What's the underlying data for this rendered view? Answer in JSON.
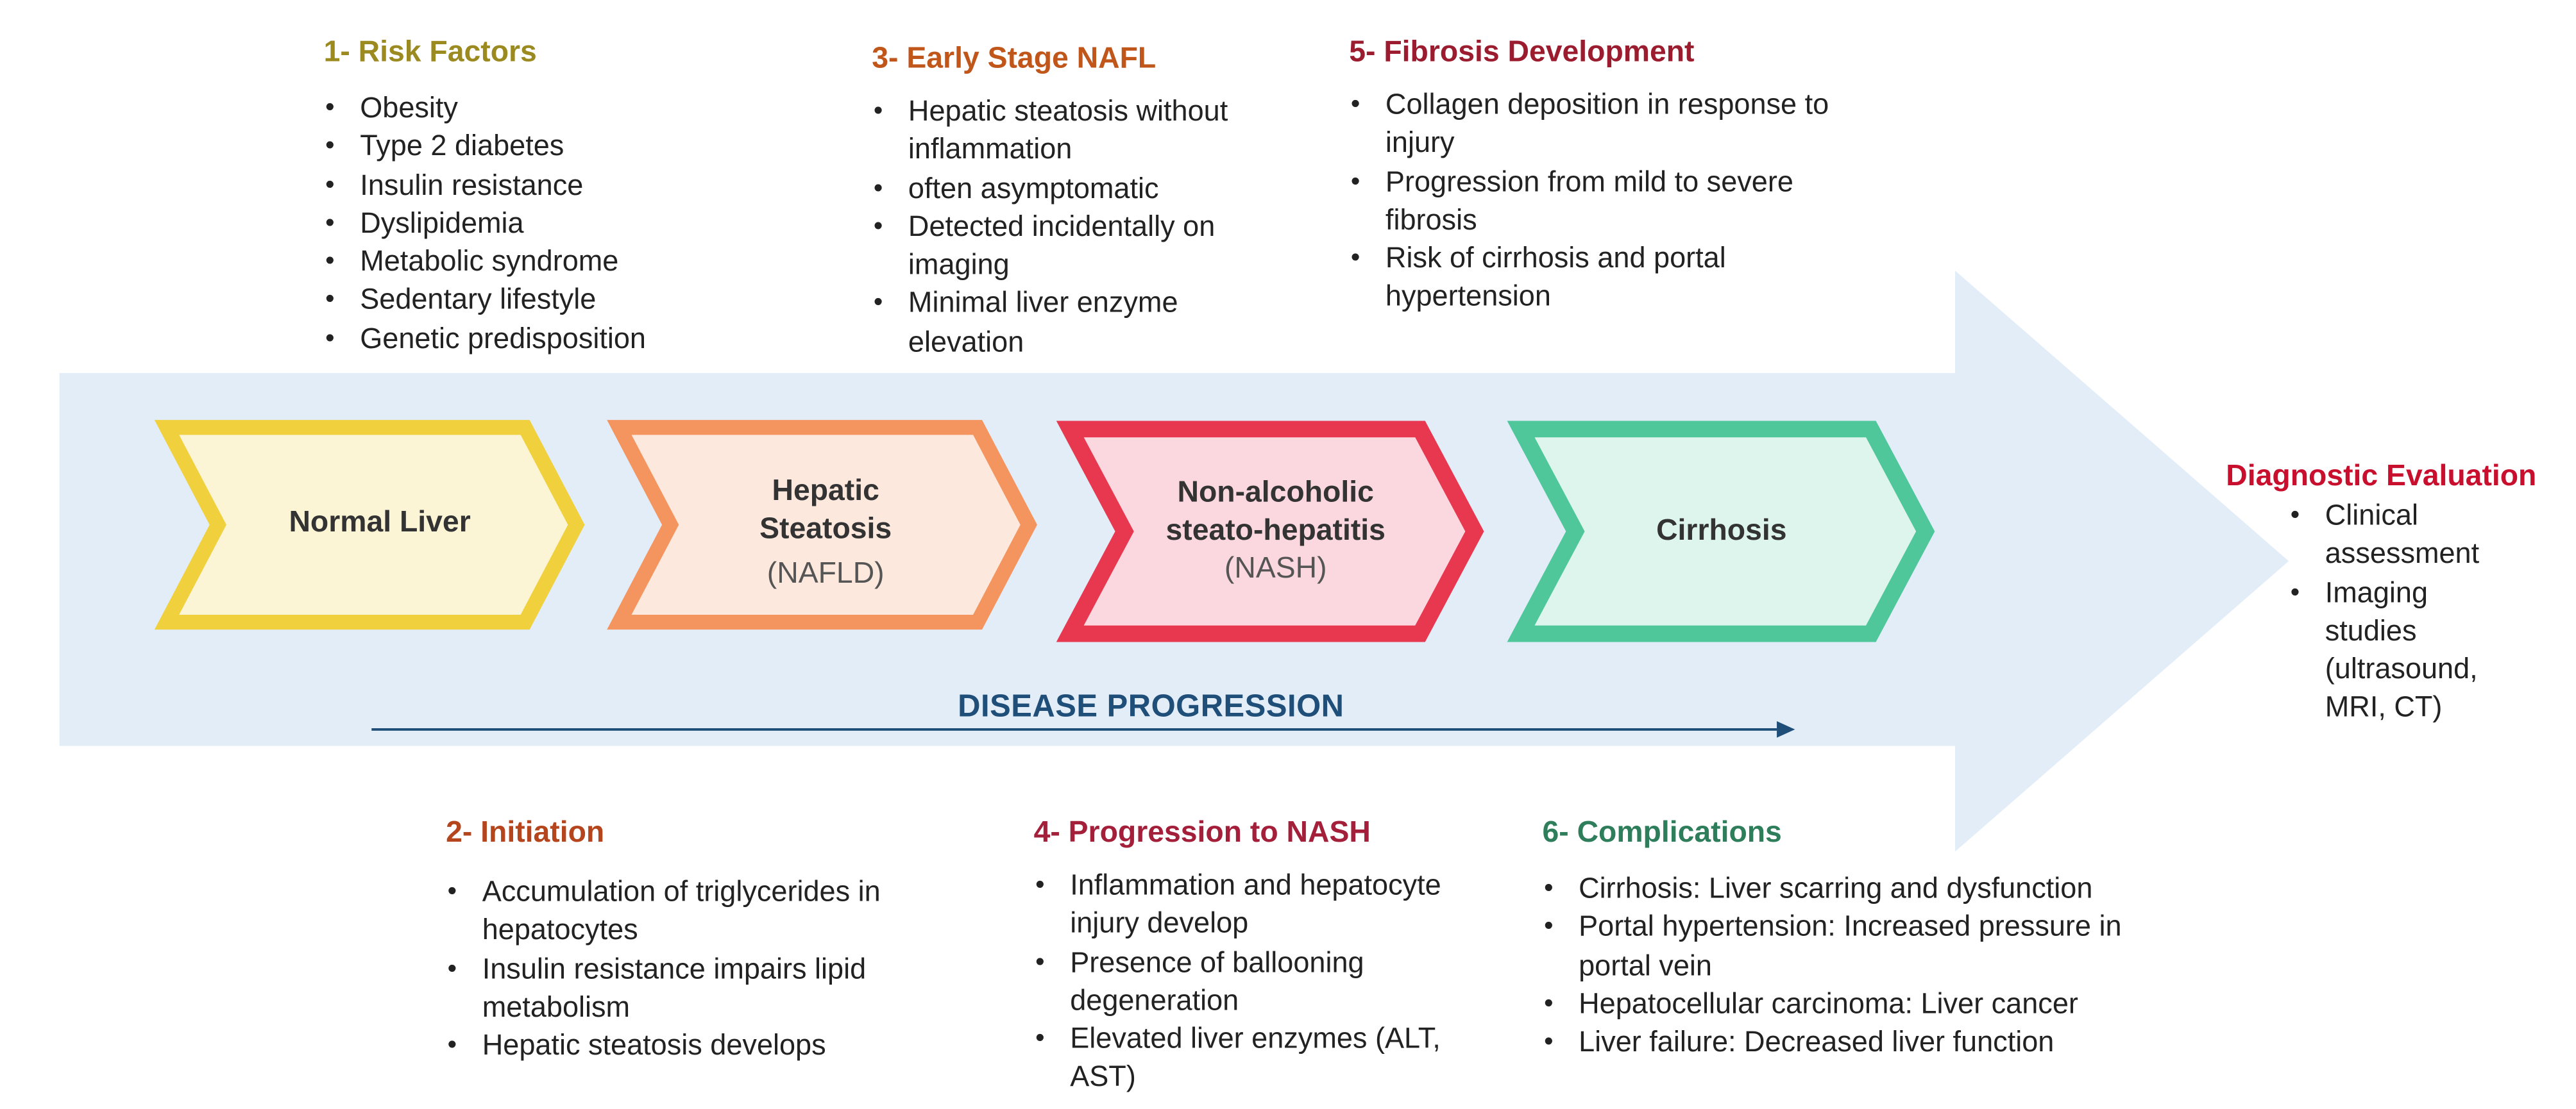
{
  "colors": {
    "big_arrow": "#e2edf8",
    "normal_fill": "#fbf5d6",
    "normal_stroke": "#f0d03c",
    "steatosis_fill": "#fde8dd",
    "steatosis_stroke": "#f4945e",
    "nash_fill": "#fbd8df",
    "nash_stroke": "#e8384f",
    "cirrhosis_fill": "#ddf5ec",
    "cirrhosis_stroke": "#4fc79a",
    "progression_line": "#1f4e79"
  },
  "stages": [
    {
      "title": "Normal Liver",
      "sub": ""
    },
    {
      "title": "Hepatic Steatosis",
      "sub": "(NAFLD)"
    },
    {
      "title": "Non-alcoholic steato-hepatitis",
      "sub": "(NASH)"
    },
    {
      "title": "Cirrhosis",
      "sub": ""
    }
  ],
  "progression_label": "DISEASE PROGRESSION",
  "sections": {
    "risk": {
      "title": "1- Risk Factors",
      "color": "#9b8a1f",
      "items": [
        "Obesity",
        "Type 2 diabetes",
        "Insulin resistance",
        "Dyslipidemia",
        "Metabolic syndrome",
        "Sedentary lifestyle",
        "Genetic predisposition"
      ]
    },
    "early": {
      "title": "3- Early Stage NAFL",
      "color": "#c0561a",
      "items": [
        "Hepatic steatosis without inflammation",
        "often asymptomatic",
        "Detected incidentally on imaging",
        "Minimal liver enzyme elevation"
      ]
    },
    "fibrosis": {
      "title": "5- Fibrosis Development",
      "color": "#9b1c2e",
      "items": [
        "Collagen deposition in response to injury",
        "Progression from mild to severe fibrosis",
        "Risk of cirrhosis and portal hypertension"
      ]
    },
    "initiation": {
      "title": "2- Initiation",
      "color": "#b4451d",
      "items": [
        "Accumulation of triglycerides in hepatocytes",
        "Insulin resistance impairs lipid metabolism",
        "Hepatic steatosis develops"
      ]
    },
    "nash": {
      "title": "4- Progression to NASH",
      "color": "#a31f3a",
      "items": [
        "Inflammation and hepatocyte injury develop",
        "Presence of ballooning degeneration",
        "Elevated liver enzymes (ALT, AST)"
      ]
    },
    "complications": {
      "title": "6- Complications",
      "color": "#2e7d5b",
      "items": [
        "Cirrhosis: Liver scarring and dysfunction",
        "Portal hypertension: Increased pressure in portal vein",
        "Hepatocellular carcinoma: Liver cancer",
        "Liver failure: Decreased liver function"
      ]
    },
    "diagnostic": {
      "title": "Diagnostic Evaluation",
      "color": "#c8102e",
      "items": [
        "Clinical assessment",
        "Imaging studies (ultrasound, MRI, CT)"
      ]
    }
  }
}
